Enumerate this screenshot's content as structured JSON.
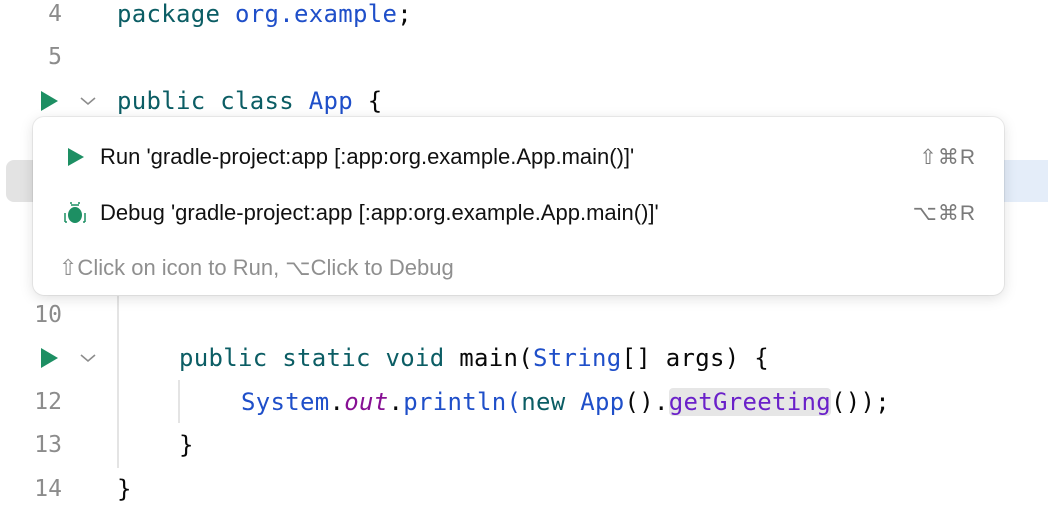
{
  "colors": {
    "run_green": "#1d8f63",
    "keyword": "#0b5d64",
    "class_ref": "#1f4fc9",
    "static_field": "#871094",
    "method": "#6a20c9",
    "line_number": "#8c8c8c",
    "current_line": "#e4edf9"
  },
  "editor": {
    "lines": [
      {
        "num": "4",
        "tokens": [
          {
            "t": "package ",
            "c": "kw"
          },
          {
            "t": "org.example",
            "c": "pkg"
          },
          {
            "t": ";",
            "c": ""
          }
        ]
      },
      {
        "num": "5",
        "tokens": []
      },
      {
        "num": "",
        "tokens": [
          {
            "t": "public class ",
            "c": "kw"
          },
          {
            "t": "App",
            "c": "cls"
          },
          {
            "t": " {",
            "c": ""
          }
        ]
      },
      {
        "num": "10",
        "tokens": []
      },
      {
        "num": "",
        "tokens": [
          {
            "t": "    public static void ",
            "c": "kw"
          },
          {
            "t": "main(",
            "c": ""
          },
          {
            "t": "String",
            "c": "cls"
          },
          {
            "t": "[] args) {",
            "c": ""
          }
        ]
      },
      {
        "num": "12",
        "tokens": []
      },
      {
        "num": "13",
        "tokens": []
      },
      {
        "num": "14",
        "tokens": []
      }
    ],
    "line4": {
      "num": "4",
      "kw": "package ",
      "pkg": "org.example",
      "punct": ";"
    },
    "line5": {
      "num": "5"
    },
    "line6": {
      "kw": "public class ",
      "cls": "App",
      "punct": " {"
    },
    "line10": {
      "num": "10"
    },
    "line11": {
      "kw": "public static void ",
      "name": "main(",
      "type": "String",
      "rest": "[] args) {"
    },
    "line12": {
      "num": "12",
      "cls": "System",
      "dot1": ".",
      "field": "out",
      "dot2": ".",
      "call": "println(",
      "kw": "new ",
      "cls2": "App",
      "paren": "().",
      "method": "getGreeting",
      "tail": "());"
    },
    "line13": {
      "num": "13",
      "code": "}"
    },
    "line14": {
      "num": "14",
      "code": "}"
    }
  },
  "popup": {
    "items": [
      {
        "label": "Run 'gradle-project:app [:app:org.example.App.main()]'",
        "shortcut": "⇧⌘R",
        "icon": "run-icon"
      },
      {
        "label": "Debug 'gradle-project:app [:app:org.example.App.main()]'",
        "shortcut": "⌥⌘R",
        "icon": "debug-icon"
      }
    ],
    "hint": "⇧Click on icon to Run, ⌥Click to Debug"
  }
}
